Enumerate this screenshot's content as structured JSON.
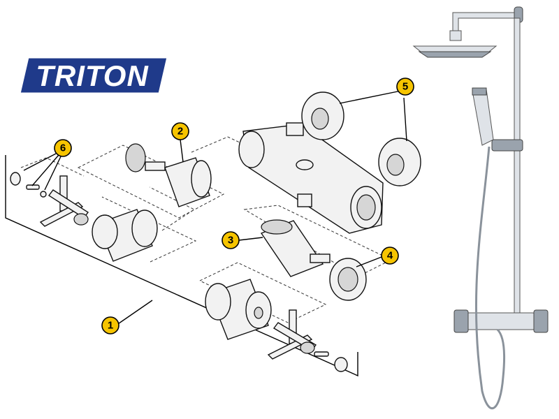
{
  "brand": {
    "logo_text": "TRITON",
    "logo_bg": "#1f3a8a",
    "logo_border": "#ffffff"
  },
  "callouts": [
    {
      "id": "1",
      "label": "1"
    },
    {
      "id": "2",
      "label": "2"
    },
    {
      "id": "3",
      "label": "3"
    },
    {
      "id": "4",
      "label": "4"
    },
    {
      "id": "5",
      "label": "5"
    },
    {
      "id": "6",
      "label": "6"
    }
  ],
  "colors": {
    "callout_fill": "#f6c400",
    "line": "#000000"
  }
}
